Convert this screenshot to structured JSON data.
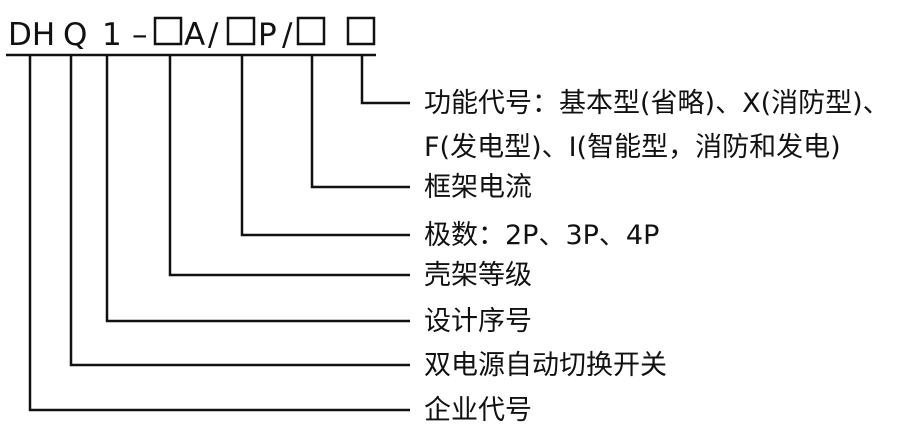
{
  "code": {
    "company_code": "DH",
    "type_letter": "Q",
    "design_no": "1",
    "dash": "–",
    "current_unit": "A",
    "slash_1": "/",
    "poles_unit": "P",
    "slash_2": "/"
  },
  "fields": [
    {
      "id": "function",
      "label_line1": "功能代号：基本型(省略)、X(消防型)、",
      "label_line2": "F(发电型)、I(智能型，消防和发电)"
    },
    {
      "id": "frame-current",
      "label_line1": "框架电流"
    },
    {
      "id": "poles",
      "label_line1": "极数：2P、3P、4P"
    },
    {
      "id": "frame-grade",
      "label_line1": "壳架等级"
    },
    {
      "id": "design-no",
      "label_line1": "设计序号"
    },
    {
      "id": "product-type",
      "label_line1": "双电源自动切换开关"
    },
    {
      "id": "company-code",
      "label_line1": "企业代号"
    }
  ]
}
